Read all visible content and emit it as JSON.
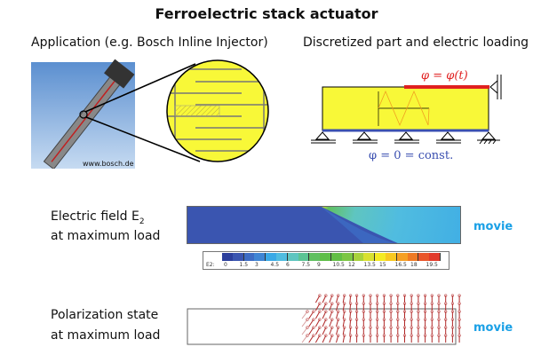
{
  "title": "Ferroelectric stack actuator",
  "left_heading": "Application (e.g. Bosch Inline Injector)",
  "right_heading": "Discretized part and electric loading",
  "photo_credit": "www.bosch.de",
  "loading": {
    "top_label": "φ = φ(t)",
    "bottom_label": "φ = 0 = const."
  },
  "field": {
    "label1": "Electric field E",
    "label_sub": "2",
    "label2": "at maximum load",
    "movie": "movie"
  },
  "colorbar": {
    "var": "E2:",
    "ticks": [
      "0",
      "1.5",
      "3",
      "4.5",
      "6",
      "7.5",
      "9",
      "10.5",
      "12",
      "13.5",
      "15",
      "16.5",
      "18",
      "19.5"
    ],
    "colors": [
      "#2c3f9c",
      "#3a55b0",
      "#3d6cc4",
      "#3f85d4",
      "#3aa9e6",
      "#50bce0",
      "#5fc5c0",
      "#5cc494",
      "#60c060",
      "#5ebe48",
      "#62be45",
      "#7cc644",
      "#a8d23c",
      "#d8e030",
      "#f4ea22",
      "#f8c820",
      "#f5a024",
      "#ef7a24",
      "#e9562a",
      "#e23a2a"
    ]
  },
  "polarization": {
    "label1": "Polarization state",
    "label2": "at maximum load",
    "movie": "movie"
  },
  "colors": {
    "red": "#e02020",
    "blue": "#3a4fb0",
    "yellow": "#f8f838",
    "movie": "#1aa0e6"
  }
}
